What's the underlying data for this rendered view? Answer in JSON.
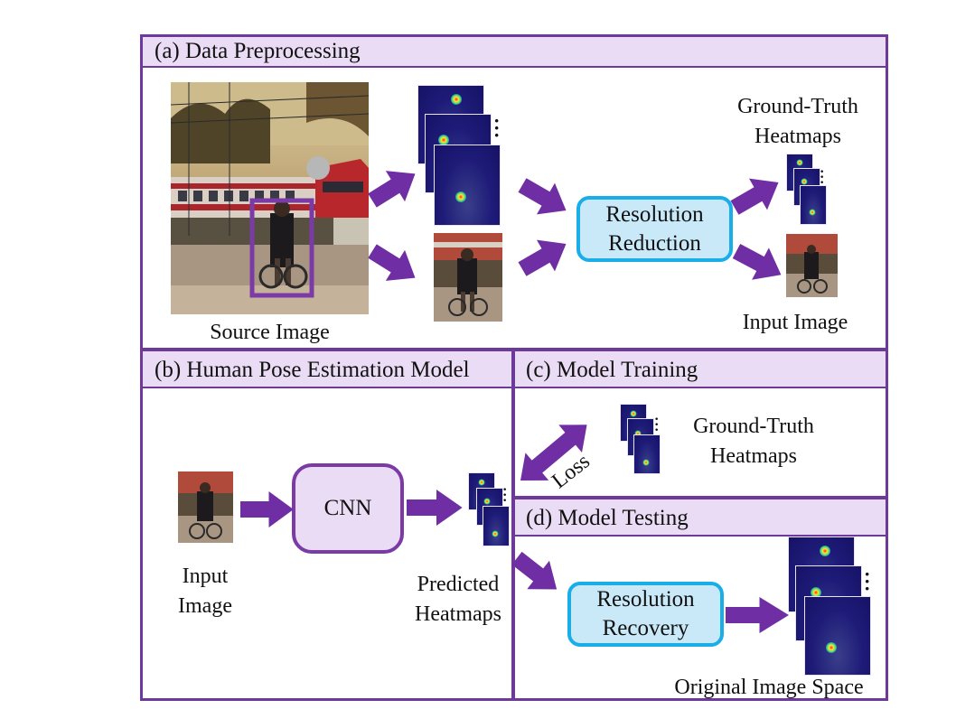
{
  "panels": {
    "a": {
      "title": "(a) Data Preprocessing"
    },
    "b": {
      "title": "(b) Human Pose Estimation Model"
    },
    "c": {
      "title": "(c) Model Training"
    },
    "d": {
      "title": "(d) Model Testing"
    }
  },
  "labels": {
    "source_image": "Source Image",
    "gt_heatmaps_line1": "Ground-Truth",
    "gt_heatmaps_line2": "Heatmaps",
    "input_image_a": "Input Image",
    "input_image_b_line1": "Input",
    "input_image_b_line2": "Image",
    "predicted_line1": "Predicted",
    "predicted_line2": "Heatmaps",
    "gt_c_line1": "Ground-Truth",
    "gt_c_line2": "Heatmaps",
    "loss": "Loss",
    "original_space": "Original Image Space"
  },
  "boxes": {
    "resolution_reduction_line1": "Resolution",
    "resolution_reduction_line2": "Reduction",
    "cnn": "CNN",
    "resolution_recovery_line1": "Resolution",
    "resolution_recovery_line2": "Recovery"
  },
  "colors": {
    "frame": "#6e3a99",
    "header_fill": "#eadcf5",
    "arrow": "#6f2ea3",
    "blue_box_border": "#1aaee8",
    "blue_box_fill": "#c9e9f9",
    "heatmap_bg": "#1e1b78"
  },
  "icons": {
    "arrow": "thick-purple-arrow",
    "vertical-ellipsis": "vertical-ellipsis-icon"
  }
}
